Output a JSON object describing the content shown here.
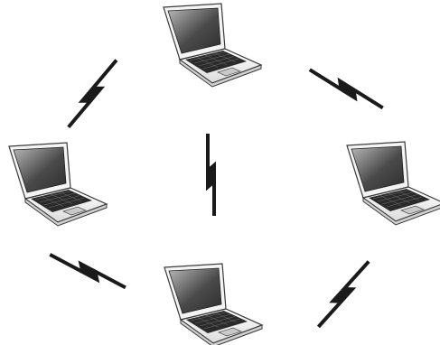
{
  "diagram": {
    "type": "wireless-network",
    "nodes": [
      {
        "id": "laptop-top",
        "kind": "laptop"
      },
      {
        "id": "laptop-left",
        "kind": "laptop"
      },
      {
        "id": "laptop-right",
        "kind": "laptop"
      },
      {
        "id": "laptop-bottom",
        "kind": "laptop"
      }
    ],
    "links": [
      {
        "id": "link-top-left",
        "kind": "wireless-bolt"
      },
      {
        "id": "link-top-right",
        "kind": "wireless-bolt"
      },
      {
        "id": "link-center",
        "kind": "wireless-bolt"
      },
      {
        "id": "link-bottom-left",
        "kind": "wireless-bolt"
      },
      {
        "id": "link-bottom-right",
        "kind": "wireless-bolt"
      }
    ],
    "colors": {
      "background": "#ffffff",
      "bolt": "#1a1a1a",
      "screen_dark": "#2e2e2e",
      "screen_light": "#b8b8b8",
      "body_light": "#f2f2f2",
      "outline": "#3a3a3a",
      "keyboard": "#2a2a2a",
      "touchpad": "#c9c9c9"
    }
  }
}
